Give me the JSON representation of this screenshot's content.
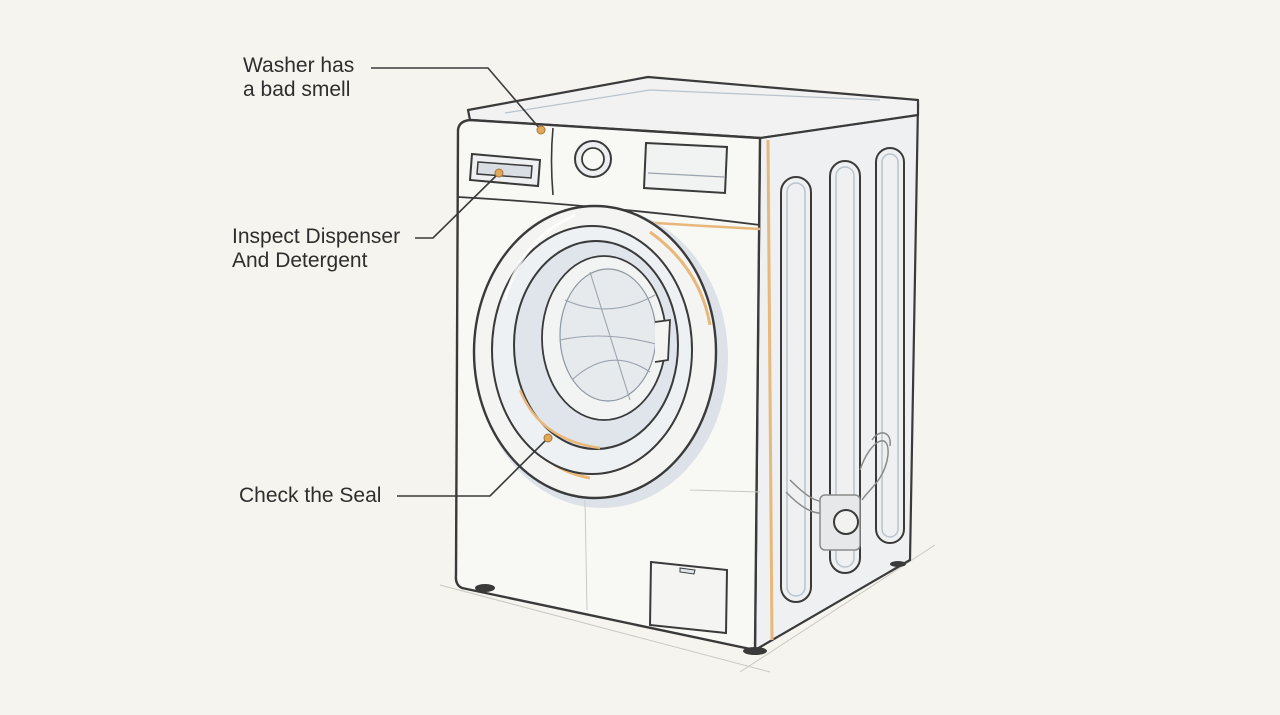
{
  "callouts": {
    "smell": {
      "line1": "Washer has",
      "line2": "a bad smell"
    },
    "dispenser": {
      "line1": "Inspect Dispenser",
      "line2": "And Detergent"
    },
    "seal": {
      "line1": "Check the Seal"
    }
  },
  "colors": {
    "background": "#f5f4ef",
    "ink": "#3a3a3a",
    "accent_orange": "#e8b77a",
    "shadow_blue": "#c5d0dc",
    "marker_dot": "#e0a85c"
  }
}
